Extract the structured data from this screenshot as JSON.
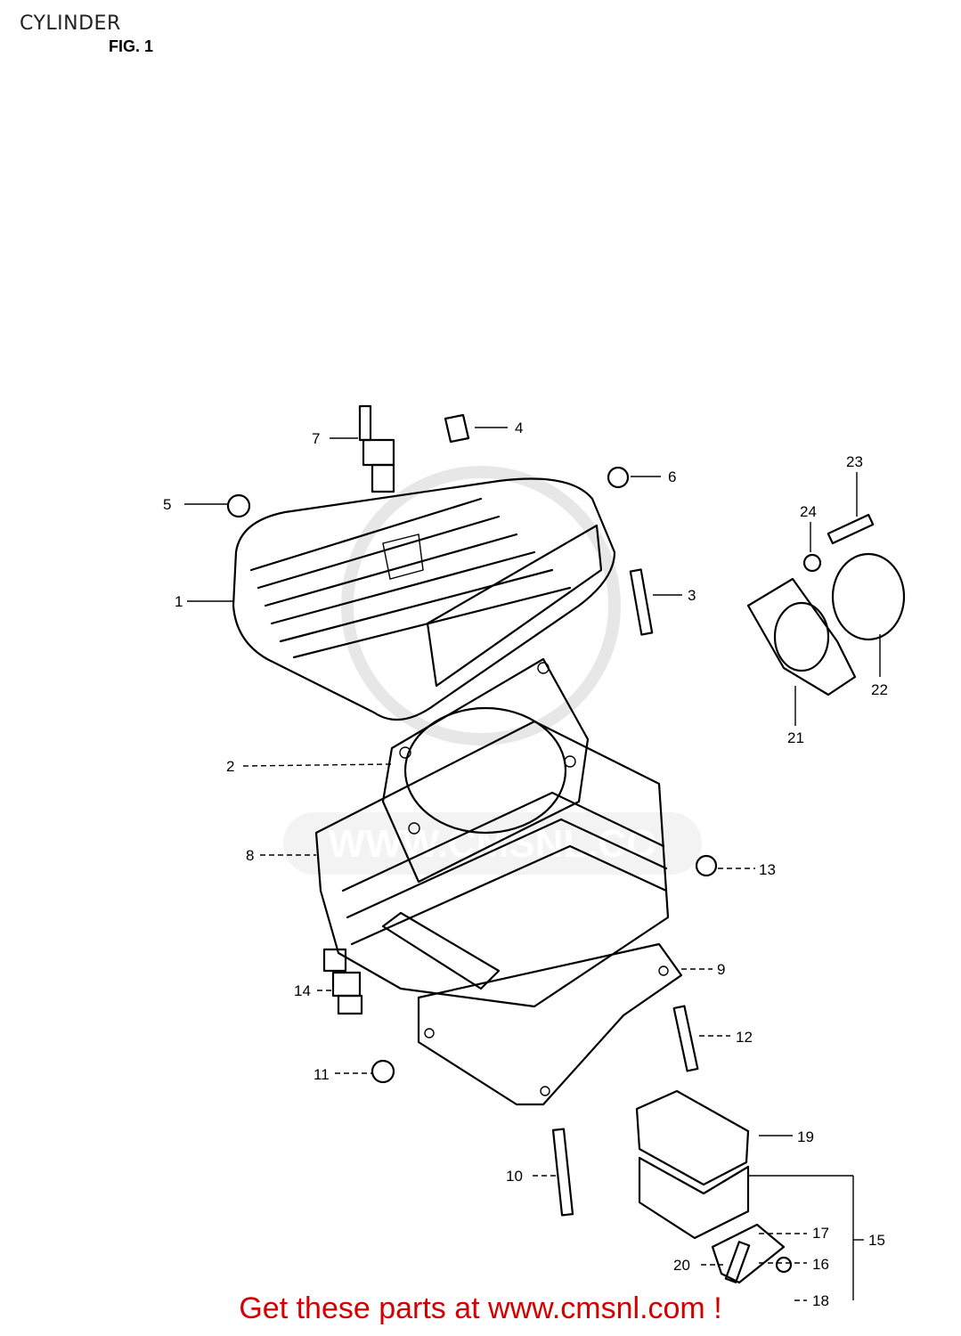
{
  "header": {
    "title": "CYLINDER",
    "figure": "FIG. 1"
  },
  "watermark": "WWW.CMSNL.CO",
  "parts": [
    {
      "number": "1"
    },
    {
      "number": "2"
    },
    {
      "number": "3"
    },
    {
      "number": "4"
    },
    {
      "number": "5"
    },
    {
      "number": "6"
    },
    {
      "number": "7"
    },
    {
      "number": "8"
    },
    {
      "number": "9"
    },
    {
      "number": "10"
    },
    {
      "number": "11"
    },
    {
      "number": "12"
    },
    {
      "number": "13"
    },
    {
      "number": "14"
    },
    {
      "number": "15"
    },
    {
      "number": "16"
    },
    {
      "number": "17"
    },
    {
      "number": "18"
    },
    {
      "number": "19"
    },
    {
      "number": "20"
    },
    {
      "number": "21"
    },
    {
      "number": "22"
    },
    {
      "number": "23"
    },
    {
      "number": "24"
    }
  ],
  "footer": {
    "text": "Get these parts at www.cmsnl.com !"
  }
}
